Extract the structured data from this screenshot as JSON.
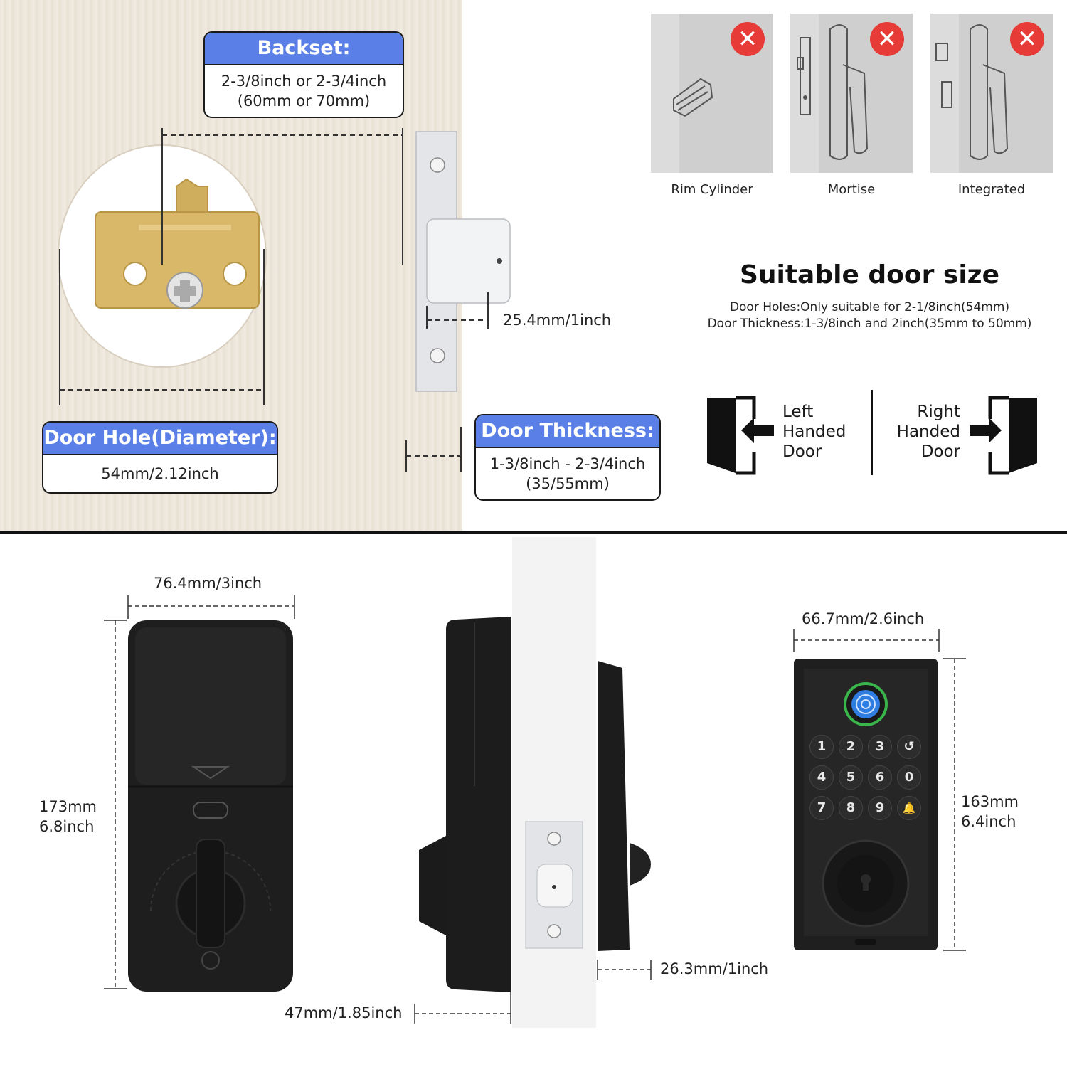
{
  "backset": {
    "title": "Backset:",
    "line1": "2-3/8inch or 2-3/4inch",
    "line2": "(60mm or 70mm)"
  },
  "door_hole": {
    "title": "Door Hole(Diameter):",
    "value": "54mm/2.12inch"
  },
  "door_thickness": {
    "title": "Door Thickness:",
    "line1": "1-3/8inch - 2-3/4inch",
    "line2": "(35/55mm)"
  },
  "bolt_length": "25.4mm/1inch",
  "not_suitable": [
    {
      "label": "Rim Cylinder",
      "icon": "rim-cylinder-icon"
    },
    {
      "label": "Mortise",
      "icon": "mortise-lock-icon"
    },
    {
      "label": "Integrated",
      "icon": "integrated-lock-icon"
    }
  ],
  "suitable": {
    "title": "Suitable door size",
    "holes": "Door Holes:Only suitable for 2-1/8inch(54mm)",
    "thickness": "Door Thickness:1-3/8inch and 2inch(35mm to 50mm)"
  },
  "handing": {
    "left": [
      "Left",
      "Handed",
      "Door"
    ],
    "right": [
      "Right",
      "Handed",
      "Door"
    ]
  },
  "dims": {
    "interior_width": "76.4mm/3inch",
    "interior_height_mm": "173mm",
    "interior_height_in": "6.8inch",
    "interior_depth": "47mm/1.85inch",
    "exterior_depth": "26.3mm/1inch",
    "exterior_width": "66.7mm/2.6inch",
    "exterior_height_mm": "163mm",
    "exterior_height_in": "6.4inch"
  },
  "keypad": [
    "1",
    "2",
    "3",
    "↺",
    "4",
    "5",
    "6",
    "0",
    "7",
    "8",
    "9",
    "🔔"
  ],
  "colors": {
    "accent": "#5a7fe6",
    "error": "#e63b36",
    "lock_body": "#222222",
    "fingerprint_ring": "#39b54a",
    "fingerprint": "#2f7de1"
  }
}
